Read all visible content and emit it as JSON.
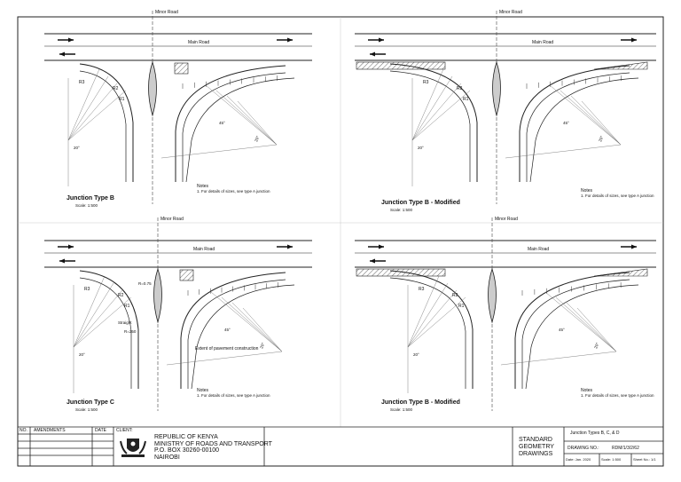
{
  "panels": [
    {
      "title": "Junction Type B",
      "scale": "Scale: 1:500",
      "minor_road": "Minor Road",
      "main_road": "Main Road",
      "radii": [
        "R3",
        "R2",
        "R1"
      ],
      "angles": [
        "20°",
        "45°",
        "20°"
      ],
      "notes_title": "Notes",
      "notes_text": "1. For details of sizes, see type A junction"
    },
    {
      "title": "Junction Type B - Modified",
      "scale": "Scale: 1:500",
      "minor_road": "Minor Road",
      "main_road": "Main Road",
      "radii": [
        "R3",
        "R2",
        "R1"
      ],
      "angles": [
        "20°",
        "45°",
        "20°"
      ],
      "notes_title": "Notes",
      "notes_text": "1. For details of sizes, see type A junction"
    },
    {
      "title": "Junction Type C",
      "scale": "Scale: 1:500",
      "minor_road": "Minor Road",
      "main_road": "Main Road",
      "radii": [
        "R3",
        "R2",
        "R1"
      ],
      "extra_labels": [
        "R=0.75",
        "Straight",
        "R=250",
        "Extent of pavement construction"
      ],
      "angles": [
        "20°",
        "45°",
        "20°"
      ],
      "notes_title": "Notes",
      "notes_text": "1. For details of sizes, see type A junction"
    },
    {
      "title": "Junction Type B - Modified",
      "scale": "Scale: 1:500",
      "minor_road": "Minor Road",
      "main_road": "Main Road",
      "radii": [
        "R3",
        "R2",
        "R1"
      ],
      "angles": [
        "20°",
        "45°",
        "20°"
      ],
      "notes_title": "Notes",
      "notes_text": "1. For details of sizes, see type A junction"
    }
  ],
  "title_block": {
    "no_label": "NO.",
    "amendments_label": "AMENDMENTS",
    "date_label": "DATE",
    "client_label": "CLIENT:",
    "client_lines": [
      "REPUBLIC OF KENYA",
      "MINISTRY OF ROADS AND TRANSPORT",
      "P.O. BOX 30260-00100",
      "NAIROBI"
    ],
    "drawing_set": [
      "STANDARD",
      "GEOMETRY",
      "DRAWINGS"
    ],
    "drawing_title": "Junction Types B, C, & D",
    "drawing_no_label": "DRAWING NO.:",
    "drawing_no": "RDM/1/3/2/62",
    "date_text": "Date: Jan. 2020",
    "scale_text": "Scale: 1:500",
    "sheet_text": "Sheet No.: 1/1"
  }
}
